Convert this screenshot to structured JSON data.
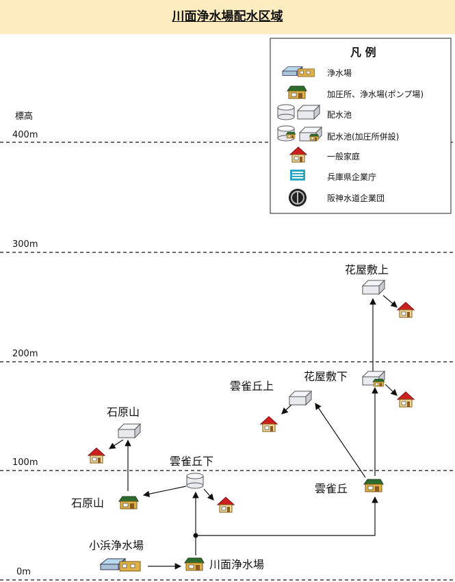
{
  "title": "川面浄水場配水区域",
  "elevation": {
    "label": "標高",
    "ticks": [
      "400m",
      "300m",
      "200m",
      "100m",
      "0m"
    ]
  },
  "nodes": {
    "kawamo": "川面浄水場",
    "kohama": "小浜浄水場",
    "ishiharayama_low": "石原山",
    "ishiharayama_high": "石原山",
    "hibarigaoka_shita": "雲雀丘下",
    "hibarigaoka": "雲雀丘",
    "hibarigaoka_ue": "雲雀丘上",
    "hanayashiki_shita": "花屋敷下",
    "hanayashiki_ue": "花屋敷上"
  },
  "legend": {
    "title": "凡 例",
    "items": [
      {
        "icon": "purification-plant-icon",
        "label": "浄水場"
      },
      {
        "icon": "pump-station-icon",
        "label": "加圧所、浄水場(ポンプ場)"
      },
      {
        "icon": "reservoir-icon",
        "label": "配水池"
      },
      {
        "icon": "reservoir-with-pump-icon",
        "label": "配水池(加圧所併設)"
      },
      {
        "icon": "house-icon",
        "label": "一般家庭"
      },
      {
        "icon": "hyogo-enterprise-logo",
        "label": "兵庫県企業庁"
      },
      {
        "icon": "hanshin-water-logo",
        "label": "阪神水道企業団"
      }
    ]
  },
  "colors": {
    "title_bg": "#fcecc0",
    "pump_roof": "#2e6b2e",
    "pump_body": "#e0b048",
    "house_roof": "#cc1f1f",
    "reservoir": "#e8eaf0"
  }
}
